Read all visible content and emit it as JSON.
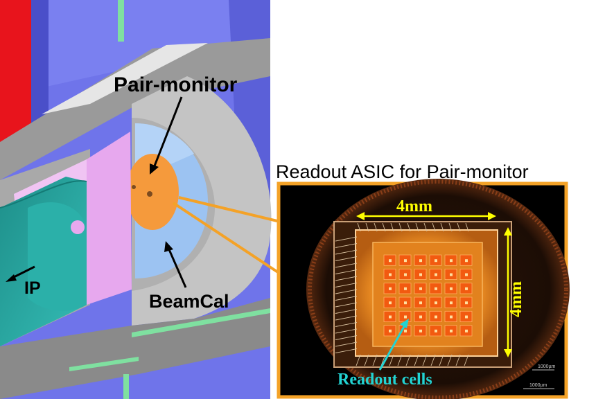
{
  "labels": {
    "pair_monitor": "Pair-monitor",
    "beamcal": "BeamCal",
    "ip": "IP",
    "asic_title": "Readout ASIC for Pair-monitor",
    "width_dim": "4mm",
    "height_dim": "4mm",
    "readout_cells": "Readout cells",
    "scale_bar_1": "1000µm",
    "scale_bar_2": "1000µm"
  },
  "colors": {
    "pair_monitor": "#f59a3c",
    "beamcal": "#9cc3f2",
    "beam_pipe": "#2aa6a0",
    "support": "#e7a8ee",
    "chamber": "#b8b8b8",
    "frame": "#6f74ea",
    "accent_line": "#f4a227",
    "dimension": "#ffff00",
    "cells_label": "#22d3d3"
  },
  "chip": {
    "cell_rows": 6,
    "cell_cols": 6
  }
}
